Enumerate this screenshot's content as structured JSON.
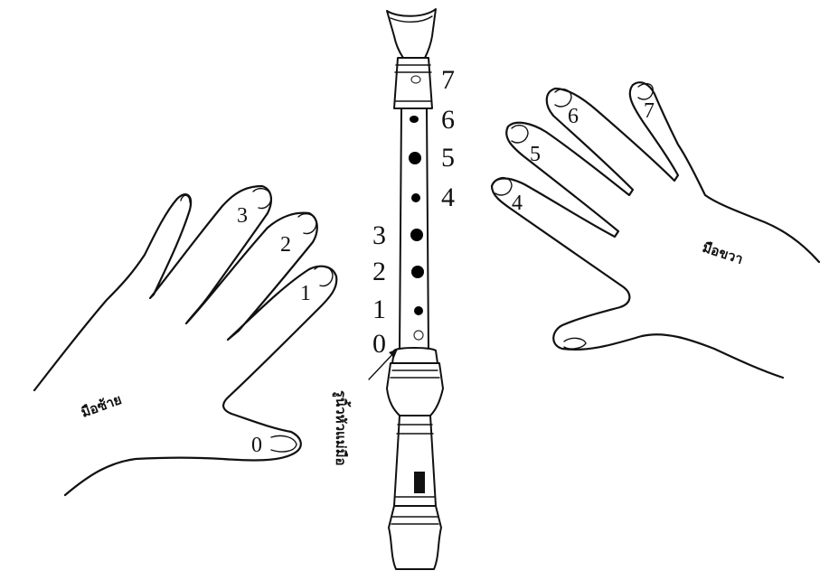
{
  "hole_numbers": [
    "7",
    "6",
    "5",
    "4",
    "3",
    "2",
    "1",
    "0"
  ],
  "thumb_hole_label": "0",
  "left_hand": {
    "label": "มือซ้าย",
    "finger_numbers": [
      "3",
      "2",
      "1",
      "0"
    ]
  },
  "right_hand": {
    "label": "มือขวา",
    "finger_numbers": [
      "6",
      "5",
      "4",
      "7"
    ]
  },
  "thumb_hole_caption": "รูนิ้วหัวแม่มือ"
}
